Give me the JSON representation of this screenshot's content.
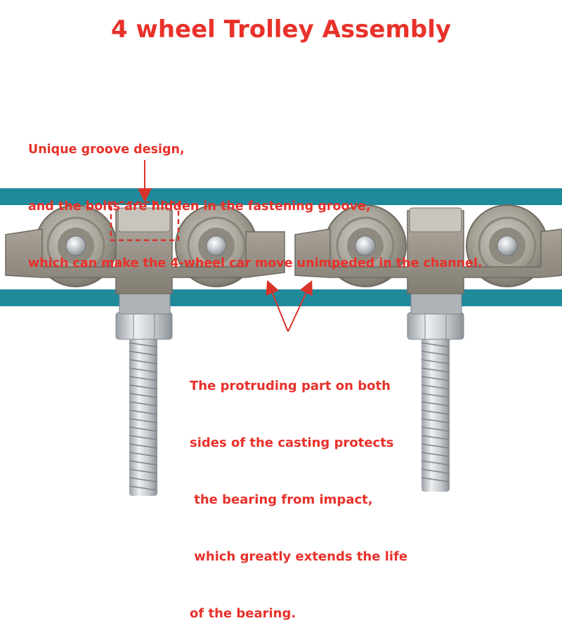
{
  "title": "4 wheel Trolley Assembly",
  "colors": {
    "text_red": "#e8312a",
    "channel_teal": "#1f8a9c",
    "casting": "#9c968b",
    "bearing_shield": "#a8a49a",
    "bolt": "#c9cbcd",
    "arrow": "#d9322b"
  },
  "callout_groove": {
    "lines": [
      "Unique groove design,",
      "and the bolts are hidden in the fastening groove,",
      "which can make the 4-wheel car move unimpeded in the channel."
    ]
  },
  "callout_protrusion": {
    "lines": [
      "The protruding part on both",
      "sides of the casting protects",
      " the bearing from impact,",
      " which greatly extends the life",
      "of the bearing."
    ]
  }
}
